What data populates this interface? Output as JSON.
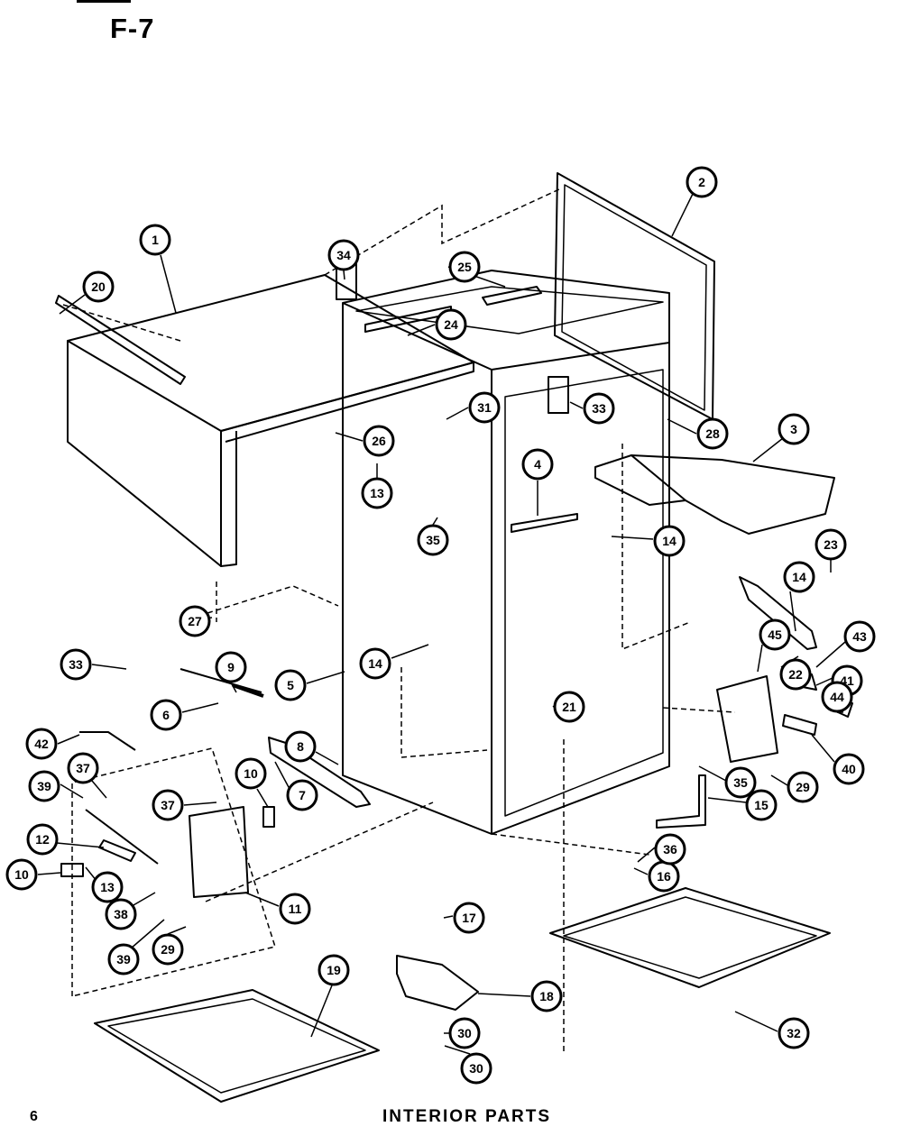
{
  "header": {
    "figure_id": "F-7"
  },
  "footer": {
    "page_number": "6",
    "caption": "INTERIOR PARTS"
  },
  "colors": {
    "ink": "#000000",
    "paper": "#ffffff"
  },
  "callouts": [
    "1",
    "2",
    "3",
    "4",
    "5",
    "6",
    "7",
    "8",
    "9",
    "10",
    "10",
    "11",
    "12",
    "13",
    "13",
    "14",
    "14",
    "14",
    "15",
    "16",
    "17",
    "18",
    "19",
    "20",
    "21",
    "22",
    "23",
    "24",
    "25",
    "26",
    "27",
    "28",
    "29",
    "29",
    "30",
    "30",
    "31",
    "32",
    "33",
    "33",
    "34",
    "35",
    "35",
    "36",
    "37",
    "37",
    "38",
    "39",
    "39",
    "40",
    "41",
    "42",
    "43",
    "44",
    "45"
  ]
}
